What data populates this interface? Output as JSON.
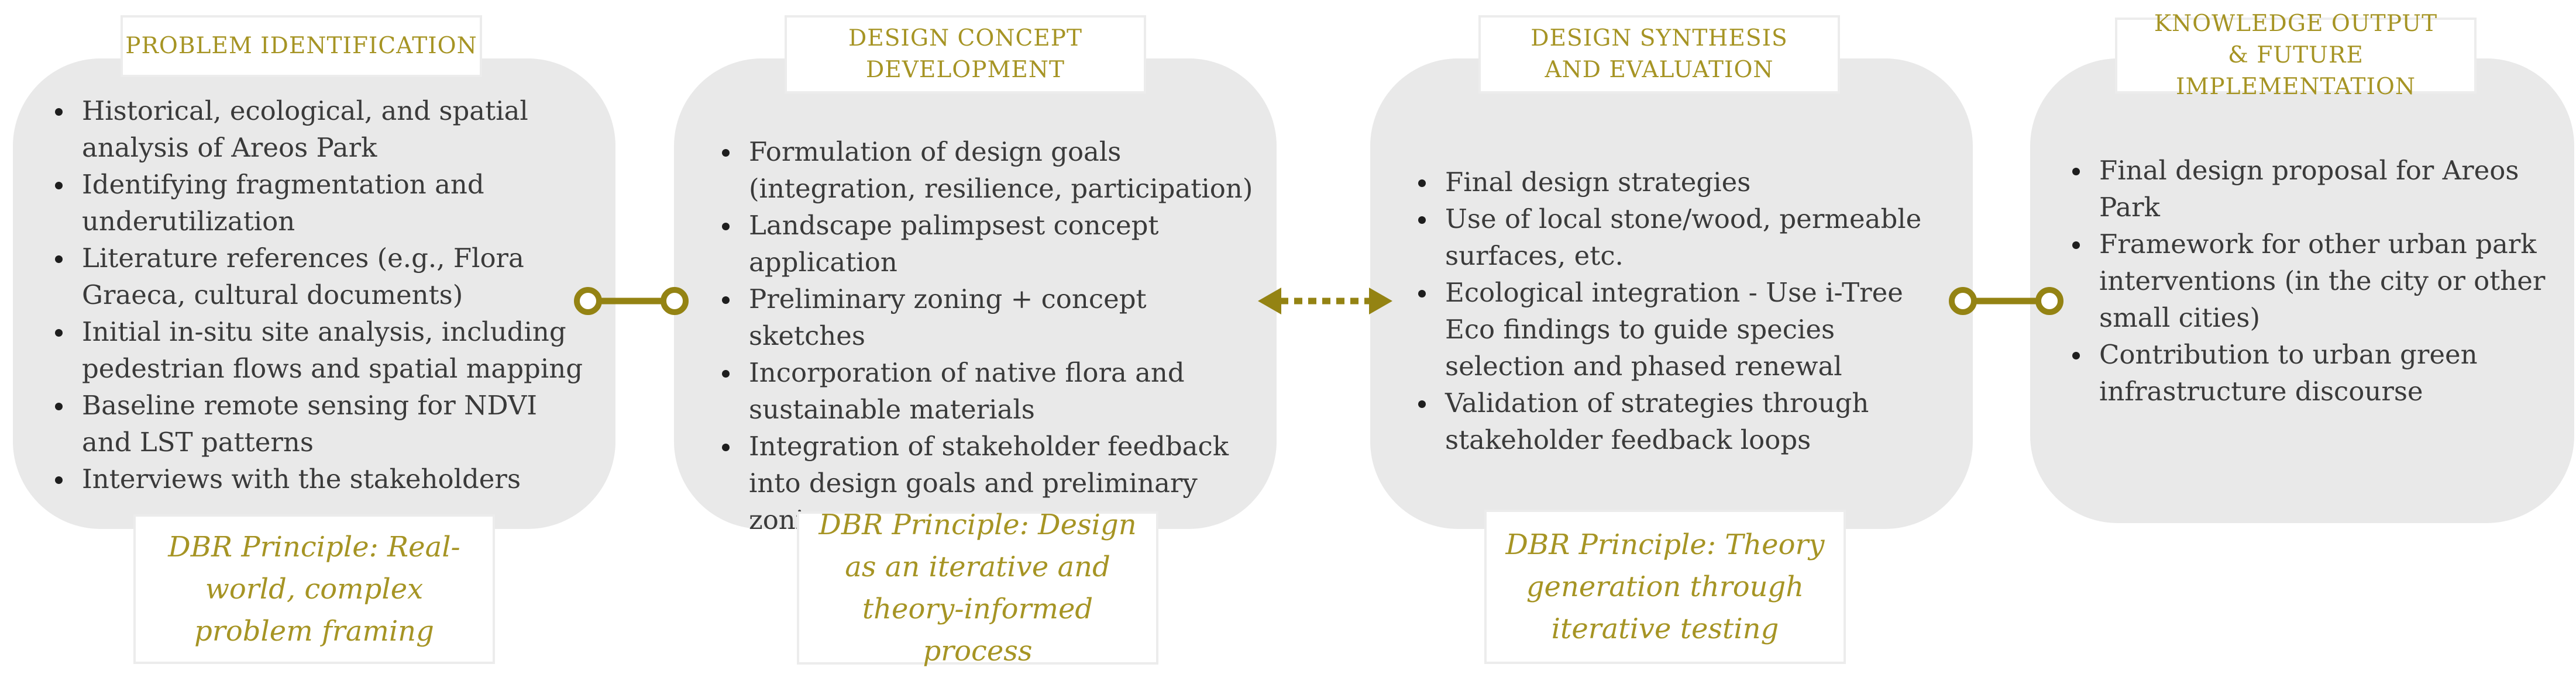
{
  "stages": [
    {
      "header": "PROBLEM IDENTIFICATION",
      "items": [
        "Historical, ecological, and spatial analysis of Areos Park",
        "Identifying fragmentation and underutilization",
        "Literature references (e.g., Flora Graeca, cultural documents)",
        "Initial in-situ site analysis, including pedestrian flows and spatial mapping",
        "Baseline remote sensing for NDVI and LST patterns",
        "Interviews with the stakeholders"
      ],
      "principle": "DBR Principle: Real-world, complex problem framing"
    },
    {
      "header": "DESIGN CONCEPT DEVELOPMENT",
      "items": [
        "Formulation of design goals (integration, resilience, participation)",
        "Landscape palimpsest concept application",
        "Preliminary zoning + concept sketches",
        "Incorporation of native flora and sustainable materials",
        "Integration of stakeholder feedback into design goals and preliminary zoning"
      ],
      "principle": "DBR Principle: Design as an iterative and theory-informed process"
    },
    {
      "header": "DESIGN SYNTHESIS AND EVALUATION",
      "items": [
        "Final design strategies",
        "Use of local stone/wood, permeable surfaces, etc.",
        "Ecological integration - Use i-Tree Eco findings to guide species selection and phased renewal",
        "Validation of strategies through stakeholder feedback loops"
      ],
      "principle": "DBR Principle: Theory generation through iterative testing"
    },
    {
      "header": "KNOWLEDGE OUTPUT & FUTURE IMPLEMENTATION",
      "items": [
        "Final design proposal for Areos Park",
        "Framework for other urban park interventions (in the city or other small cities)",
        "Contribution to urban green infrastructure discourse"
      ]
    }
  ],
  "colors": {
    "accent": "#a69424",
    "panel": "#e9e9e9",
    "text": "#3a3a3a"
  }
}
